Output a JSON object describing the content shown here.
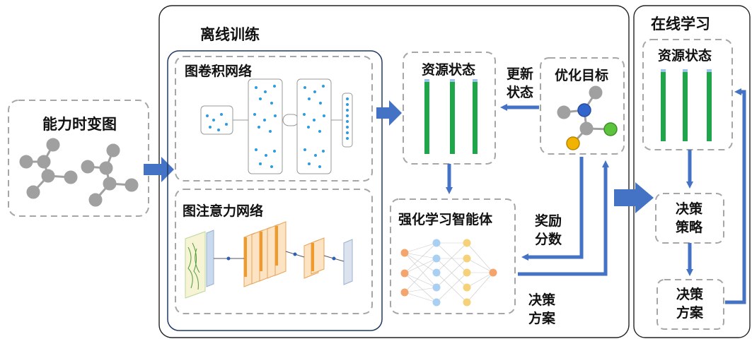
{
  "offline_panel": {
    "title": "离线训练"
  },
  "online_panel": {
    "title": "在线学习"
  },
  "capability_graph": {
    "title": "能力时变图"
  },
  "gcn": {
    "title": "图卷积网络"
  },
  "gat": {
    "title": "图注意力网络"
  },
  "resource_state": {
    "title": "资源状态"
  },
  "online_resource_state": {
    "title": "资源状态"
  },
  "optimization_target": {
    "title": "优化目标"
  },
  "update_state": {
    "line1": "更新",
    "line2": "状态"
  },
  "rl_agent": {
    "title": "强化学习智能体"
  },
  "reward_score": {
    "line1": "奖励",
    "line2": "分数"
  },
  "decision_plan": {
    "line1": "决策",
    "line2": "方案"
  },
  "decision_policy_online": {
    "line1": "决策",
    "line2": "策略"
  },
  "decision_plan_online": {
    "line1": "决策",
    "line2": "方案"
  },
  "colors": {
    "arrow_blue": "#4472C4",
    "bar_green": "#1FA64A",
    "node_gray": "#A0A0A0",
    "node_blue": "#3366CC",
    "node_green": "#5CC43C",
    "node_orange": "#F0B400",
    "dash_gray": "#A6A6A6",
    "panel_border": "#222222",
    "gcn_border": "#1F3864"
  }
}
